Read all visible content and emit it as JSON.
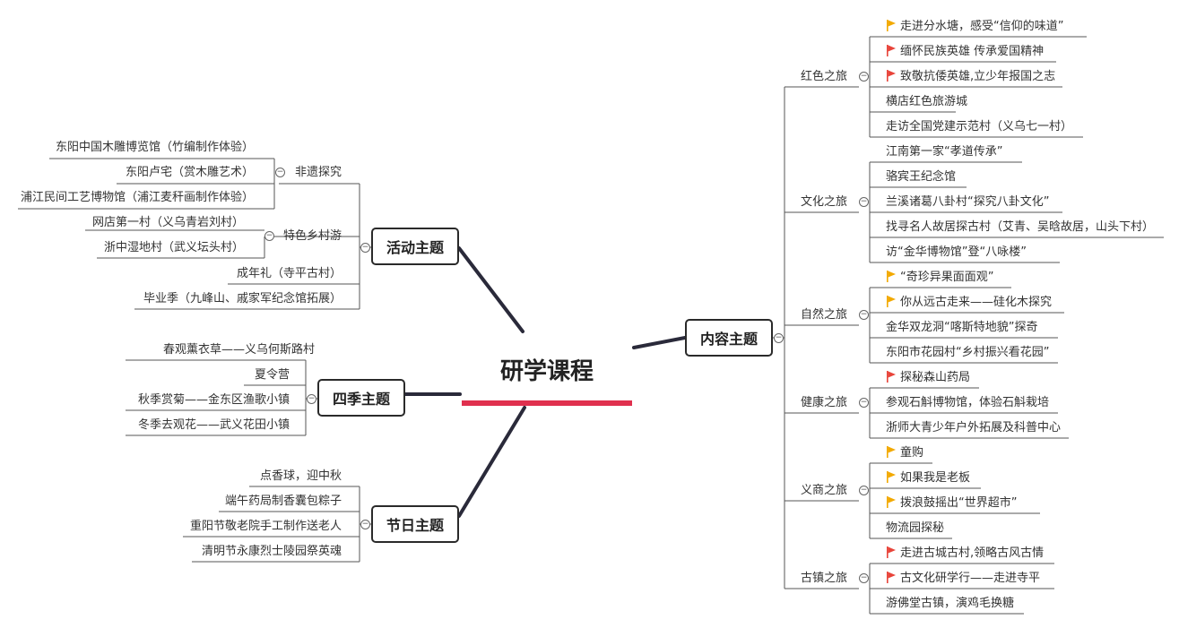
{
  "center": "研学课程",
  "left_topics": {
    "activity": {
      "title": "活动主题",
      "groups": {
        "intangible": {
          "label": "非遗探究",
          "items": [
            "东阳中国木雕博览馆（竹编制作体验）",
            "东阳卢宅（赏木雕艺术）",
            "浦江民间工艺博物馆（浦江麦秆画制作体验）"
          ]
        },
        "village": {
          "label": "特色乡村游",
          "items": [
            "网店第一村（义乌青岩刘村）",
            "浙中湿地村（武义坛头村）"
          ]
        }
      },
      "items": [
        "成年礼（寺平古村）",
        "毕业季（九峰山、戚家军纪念馆拓展）"
      ]
    },
    "seasons": {
      "title": "四季主题",
      "items": [
        "春观薰衣草——义乌何斯路村",
        "夏令营",
        "秋季赏菊——金东区渔歌小镇",
        "冬季去观花——武义花田小镇"
      ]
    },
    "festival": {
      "title": "节日主题",
      "items": [
        "点香球，迎中秋",
        "端午药局制香囊包粽子",
        "重阳节敬老院手工制作送老人",
        "清明节永康烈士陵园祭英魂"
      ]
    }
  },
  "right_topic": {
    "title": "内容主题",
    "branches": {
      "red": {
        "label": "红色之旅",
        "items": [
          "走进分水塘，感受“信仰的味道”",
          "缅怀民族英雄 传承爱国精神",
          "致敬抗倭英雄,立少年报国之志",
          "横店红色旅游城",
          "走访全国党建示范村（义乌七一村）"
        ]
      },
      "culture": {
        "label": "文化之旅",
        "items": [
          "江南第一家“孝道传承”",
          "骆宾王纪念馆",
          "兰溪诸葛八卦村“探究八卦文化”",
          "找寻名人故居探古村（艾青、吴晗故居，山头下村）",
          "访“金华博物馆”登“八咏楼”"
        ]
      },
      "nature": {
        "label": "自然之旅",
        "items": [
          "“奇珍异果面面观”",
          "你从远古走来——硅化木探究",
          "金华双龙洞“喀斯特地貌”探奇",
          "东阳市花园村“乡村振兴看花园”"
        ]
      },
      "health": {
        "label": "健康之旅",
        "items": [
          "探秘森山药局",
          "参观石斛博物馆，体验石斛栽培",
          "浙师大青少年户外拓展及科普中心"
        ]
      },
      "commerce": {
        "label": "义商之旅",
        "items": [
          "童购",
          "如果我是老板",
          "拨浪鼓摇出“世界超市”",
          "物流园探秘"
        ]
      },
      "town": {
        "label": "古镇之旅",
        "items": [
          "走进古城古村,领略古风古情",
          "古文化研学行——走进寺平",
          "游佛堂古镇，演鸡毛换糖"
        ]
      }
    }
  },
  "flag_colors": {
    "orange": "#f2a900",
    "red": "#e8443a"
  },
  "line_color": "#2a2a3a"
}
